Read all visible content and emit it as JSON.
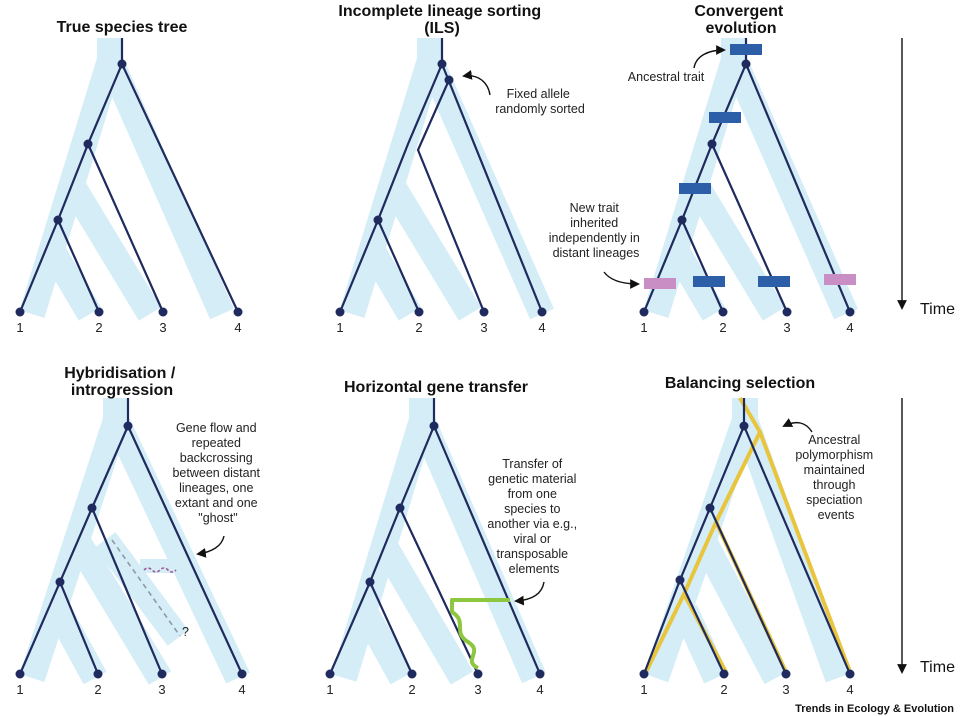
{
  "panels": [
    {
      "id": "p1",
      "title": [
        "True species tree"
      ]
    },
    {
      "id": "p2",
      "title": [
        "Incomplete lineage sorting",
        "(ILS)"
      ],
      "note": [
        "Fixed allele",
        "randomly sorted"
      ]
    },
    {
      "id": "p3",
      "title": [
        "Convergent",
        "evolution"
      ],
      "note_top": [
        "Ancestral trait"
      ],
      "note": [
        "New trait",
        "inherited",
        "independently in",
        "distant lineages"
      ]
    },
    {
      "id": "p4",
      "title": [
        "Hybridisation /",
        "introgression"
      ],
      "note": [
        "Gene flow and",
        "repeated",
        "backcrossing",
        "between distant",
        "lineages, one",
        "extant and one",
        "\"ghost\""
      ],
      "ghost_mark": "?"
    },
    {
      "id": "p5",
      "title": [
        "Horizontal gene transfer"
      ],
      "note": [
        "Transfer of",
        "genetic material",
        "from one",
        "species to",
        "another via e.g.,",
        "viral or",
        "transposable",
        "elements"
      ]
    },
    {
      "id": "p6",
      "title": [
        "Balancing selection"
      ],
      "note": [
        "Ancestral",
        "polymorphism",
        "maintained",
        "through",
        "speciation",
        "events"
      ]
    }
  ],
  "tip_labels": [
    "1",
    "2",
    "3",
    "4"
  ],
  "time_label": "Time",
  "credit": "Trends in Ecology & Evolution",
  "colors": {
    "band": "#d4edf6",
    "branch": "#1f2a5e",
    "trait_blue": "#2d5fa8",
    "trait_pink": "#c98fc4",
    "hgt_green": "#8dc63f",
    "balancing_yellow": "#e9c53d",
    "gene_flow_pink": "#9b5a96",
    "ghost_gray": "#8c9aa3"
  },
  "icons": [
    "time-arrow-icon",
    "callout-arrow-icon",
    "trait-bar-icon"
  ]
}
